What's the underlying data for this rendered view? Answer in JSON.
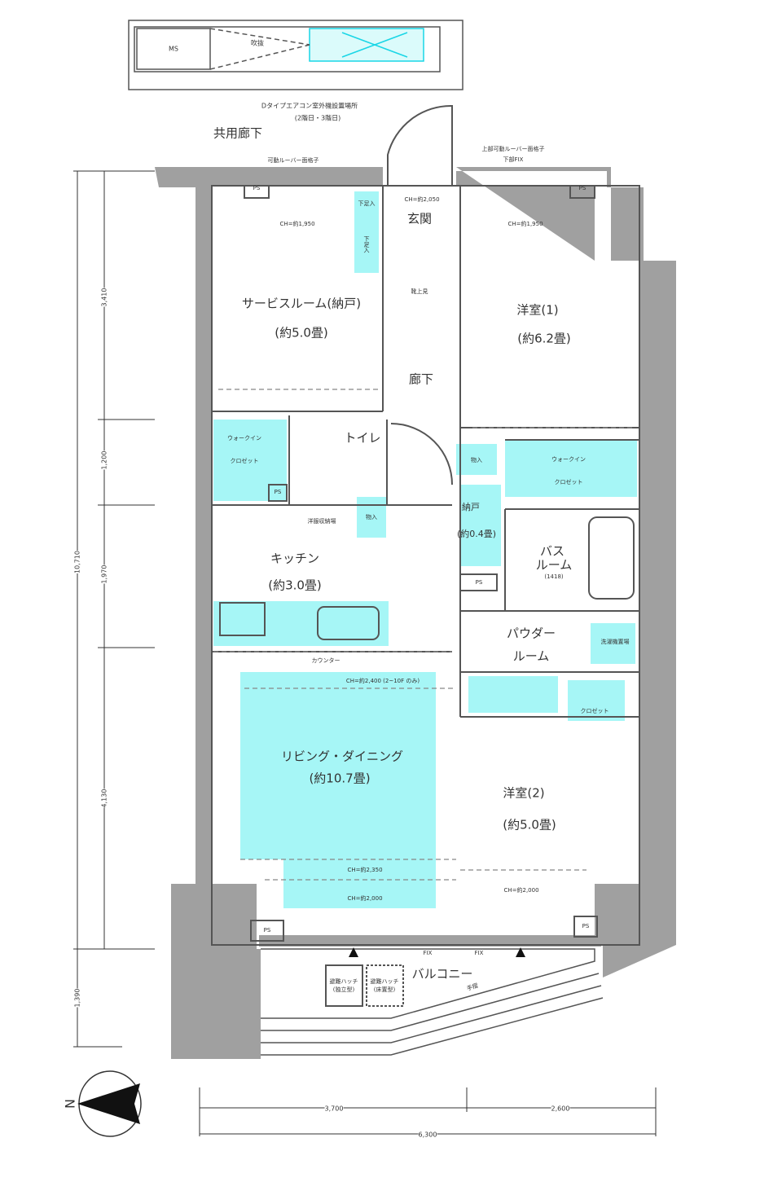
{
  "colors": {
    "wall": "#a0a0a0",
    "accent_cyan": "#a6f6f6",
    "line": "#555555",
    "symbol_cyan": "#19d6e6"
  },
  "top": {
    "ms_label": "MS",
    "shaft_label": "吹抜",
    "aircon_note": "Dタイプエアコン室外機設置場所",
    "aircon_floors": "(2階日・3階日)",
    "common_corridor": "共用廊下",
    "louver_left": "可動ルーバー面格子",
    "louver_right": "上部可動ルーバー面格子",
    "louver_right_sub": "下部FIX"
  },
  "rooms": {
    "service_room": {
      "name": "サービスルーム(納戸)",
      "size": "(約5.0畳)",
      "ch": "CH=約1,950"
    },
    "entrance": {
      "name": "玄関",
      "ch": "CH=約2,050"
    },
    "shoe_box_1": "下足入",
    "shoe_box_2": "下足入",
    "step": "靴上見",
    "western1": {
      "name": "洋室(1)",
      "size": "(約6.2畳)",
      "ch": "CH=約1,950"
    },
    "corridor": "廊下",
    "wic_left": {
      "name1": "ウォークイン",
      "name2": "クロゼット"
    },
    "toilet": "トイレ",
    "storage1": "物入",
    "storage2": "物入",
    "wic_right": {
      "name1": "ウォークイン",
      "name2": "クロゼット"
    },
    "nando": {
      "name": "納戸",
      "size": "(約0.4畳)"
    },
    "washer_dryer": "洋服収納場",
    "kitchen": {
      "name": "キッチン",
      "size": "(約3.0畳)"
    },
    "bath": {
      "name1": "バス",
      "name2": "ルーム",
      "size": "(1418)"
    },
    "powder": {
      "name1": "パウダー",
      "name2": "ルーム"
    },
    "laundry": "洗濯機置場",
    "counter": "カウンター",
    "ld": {
      "name": "リビング・ダイニング",
      "size": "(約10.7畳)",
      "ch1": "CH=約2,400 (2~10F のみ)",
      "ch2": "CH=約2,350",
      "ch3": "CH=約2,000"
    },
    "western2": {
      "name": "洋室(2)",
      "size": "(約5.0畳)",
      "ch": "CH=約2,000"
    },
    "closet": "クロゼット",
    "ps": "PS",
    "balcony": "バルコニー",
    "hatch1": "避難ハッチ(独立型)",
    "hatch2": "避難ハッチ(床置型)",
    "fix": "FIX",
    "railing": "手摺"
  },
  "dimensions": {
    "vertical_total": "10,710",
    "vertical": [
      "3,410",
      "1,200",
      "1,970",
      "4,130",
      "1,390"
    ],
    "horizontal": [
      "3,700",
      "2,600"
    ],
    "horizontal_total": "6,300"
  },
  "compass": {
    "label": "N"
  }
}
